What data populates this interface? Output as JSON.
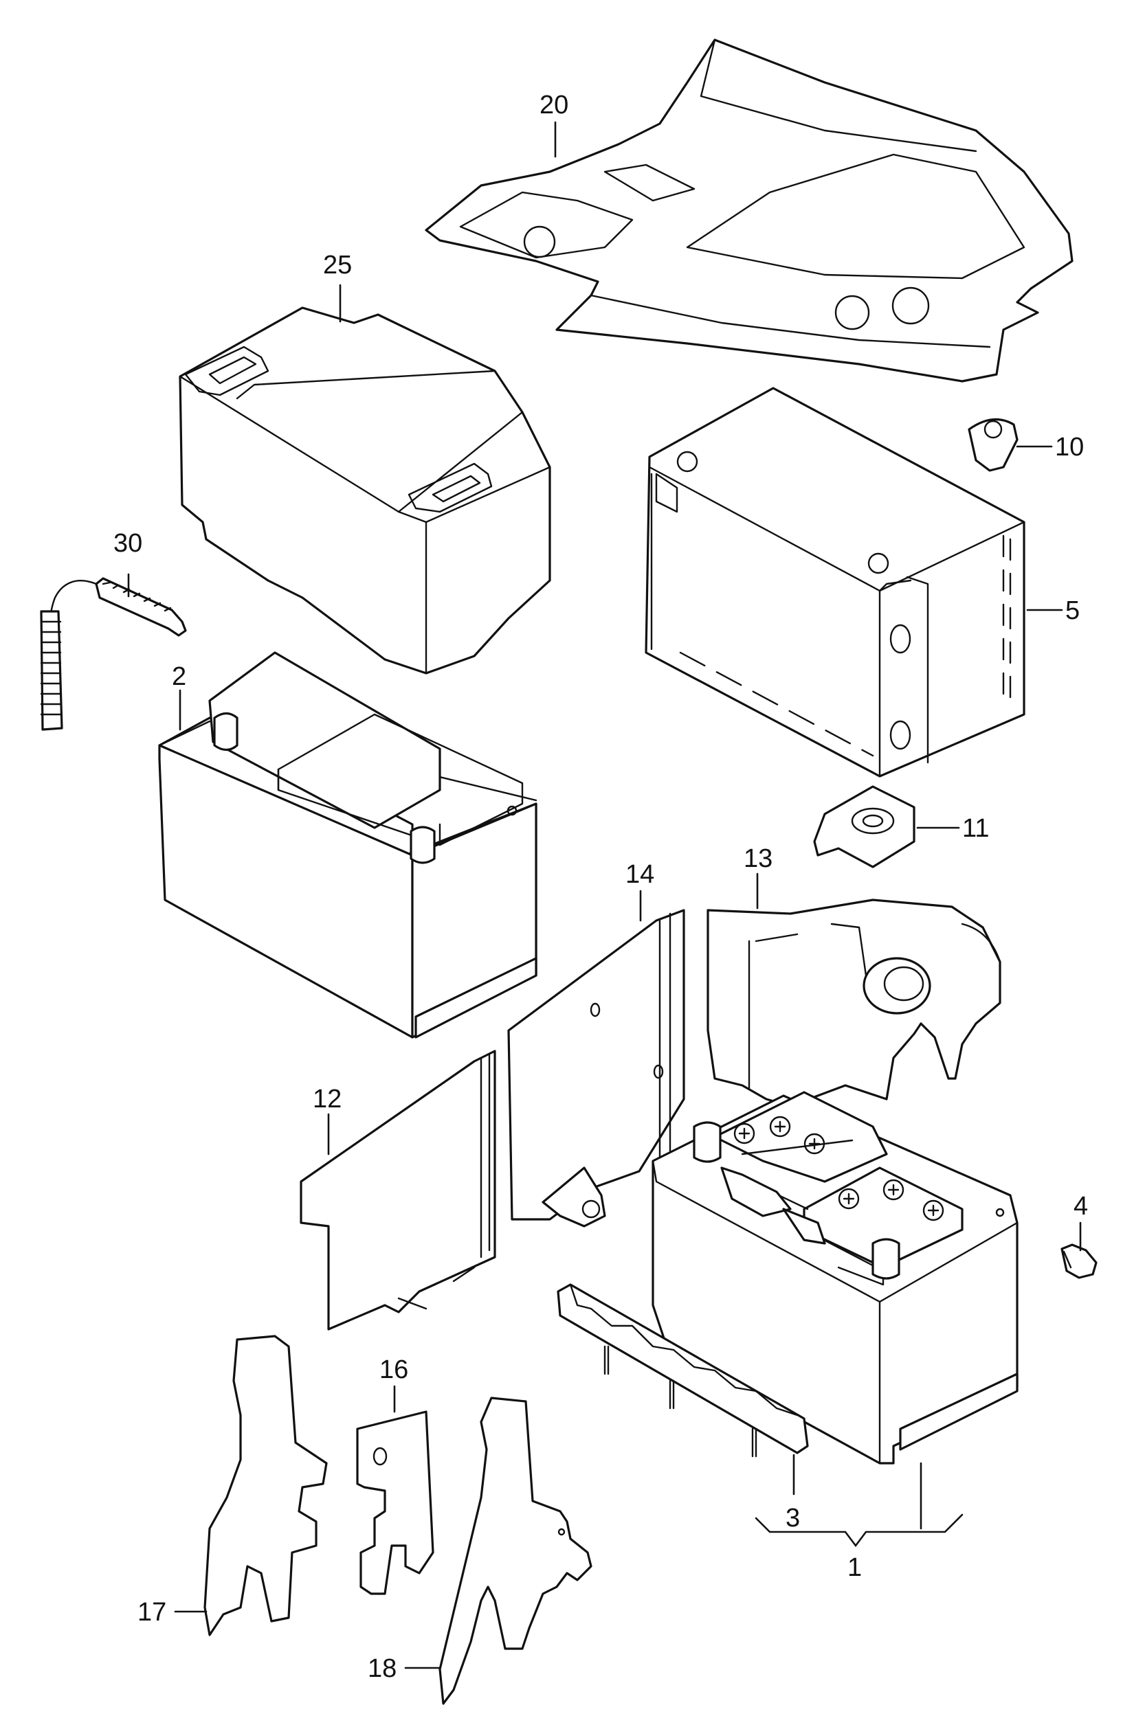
{
  "diagram": {
    "callouts": {
      "c1": "1",
      "c2": "2",
      "c3": "3",
      "c4": "4",
      "c5": "5",
      "c10": "10",
      "c11": "11",
      "c12": "12",
      "c13": "13",
      "c14": "14",
      "c16": "16",
      "c17": "17",
      "c18": "18",
      "c20": "20",
      "c25": "25",
      "c30": "30"
    },
    "colors": {
      "ink": "#111111",
      "paper": "#ffffff"
    }
  }
}
